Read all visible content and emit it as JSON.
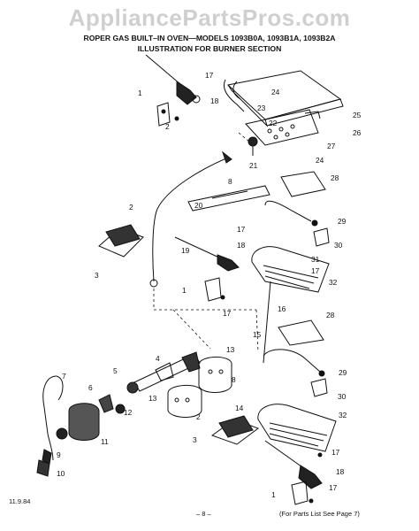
{
  "watermark": "AppliancePartsPros.com",
  "title_line1": "ROPER GAS BUILT–IN OVEN—MODELS 1093B0A, 1093B1A, 1093B2A",
  "title_line2": "ILLUSTRATION FOR BURNER SECTION",
  "footer": {
    "date": "11.9.84",
    "page": "– 8 –",
    "note": "(For Parts List See Page 7)"
  },
  "callouts": [
    "1",
    "2",
    "3",
    "4",
    "5",
    "6",
    "7",
    "8",
    "9",
    "10",
    "11",
    "12",
    "13",
    "14",
    "15",
    "16",
    "17",
    "18",
    "19",
    "20",
    "21",
    "22",
    "23",
    "24",
    "25",
    "26",
    "27",
    "28",
    "29",
    "30",
    "31",
    "32"
  ],
  "callout_positions_labels": [
    "17",
    "1",
    "2",
    "18",
    "24",
    "23",
    "22",
    "25",
    "26",
    "27",
    "21",
    "8",
    "24",
    "28",
    "20",
    "2",
    "29",
    "30",
    "31",
    "17",
    "17",
    "32",
    "19",
    "3",
    "18",
    "1",
    "17",
    "28",
    "16",
    "15",
    "29",
    "4",
    "5",
    "13",
    "6",
    "8",
    "12",
    "7",
    "13",
    "14",
    "30",
    "11",
    "2",
    "3",
    "9",
    "10",
    "32",
    "17",
    "18",
    "1",
    "17"
  ]
}
